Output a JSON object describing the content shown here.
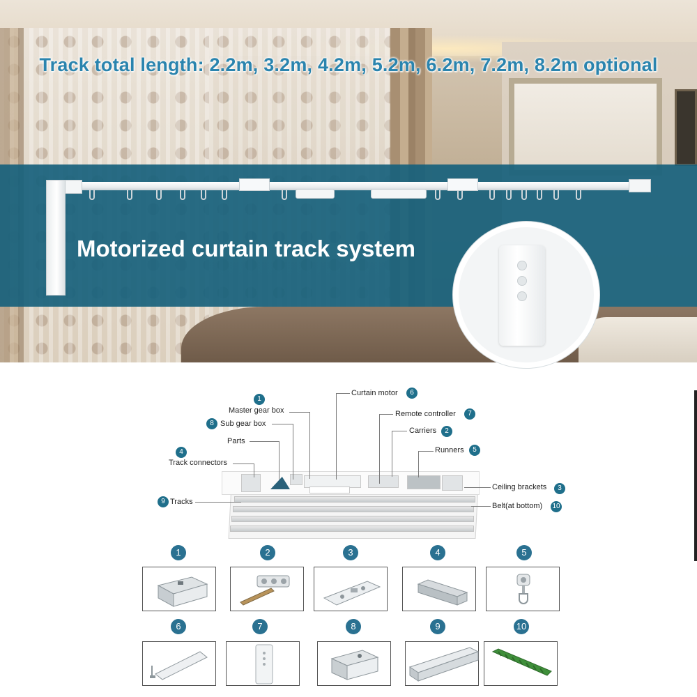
{
  "header": {
    "track_length_text": "Track total length: 2.2m, 3.2m, 4.2m, 5.2m, 6.2m, 7.2m, 8.2m optional"
  },
  "band": {
    "title": "Motorized curtain track system"
  },
  "colors": {
    "band": "#17617c",
    "headline": "#2a84ae",
    "badge": "#2a7191",
    "belt": "#3f8f3a"
  },
  "callouts": [
    {
      "num": "1",
      "label": "Master gear box"
    },
    {
      "num": "8",
      "label": "Sub gear box"
    },
    {
      "num": "",
      "label": "Parts"
    },
    {
      "num": "4",
      "label": "Track connectors"
    },
    {
      "num": "9",
      "label": "Tracks"
    },
    {
      "num": "6",
      "label": "Curtain motor"
    },
    {
      "num": "7",
      "label": "Remote controller"
    },
    {
      "num": "2",
      "label": "Carriers"
    },
    {
      "num": "5",
      "label": "Runners"
    },
    {
      "num": "3",
      "label": "Ceiling brackets"
    },
    {
      "num": "10",
      "label": "Belt(at bottom)"
    }
  ],
  "parts": [
    {
      "num": "1",
      "icon": "master-gear-box-icon"
    },
    {
      "num": "2",
      "icon": "carrier-icon"
    },
    {
      "num": "3",
      "icon": "ceiling-bracket-icon"
    },
    {
      "num": "4",
      "icon": "track-connector-icon"
    },
    {
      "num": "5",
      "icon": "runner-icon"
    },
    {
      "num": "6",
      "icon": "curtain-motor-icon"
    },
    {
      "num": "7",
      "icon": "remote-controller-icon"
    },
    {
      "num": "8",
      "icon": "sub-gear-box-icon"
    },
    {
      "num": "9",
      "icon": "track-icon"
    },
    {
      "num": "10",
      "icon": "belt-icon"
    }
  ]
}
